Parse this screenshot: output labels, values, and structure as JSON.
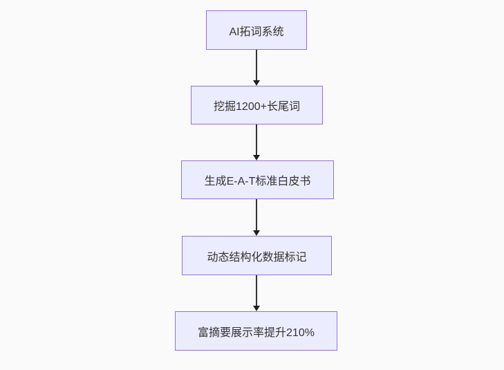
{
  "flowchart": {
    "type": "flowchart",
    "direction": "top-down",
    "nodes": [
      {
        "id": "A",
        "label": "AI拓词系统"
      },
      {
        "id": "B",
        "label": "挖掘1200+长尾词"
      },
      {
        "id": "C",
        "label": "生成E-A-T标准白皮书"
      },
      {
        "id": "D",
        "label": "动态结构化数据标记"
      },
      {
        "id": "E",
        "label": "富摘要展示率提升210%"
      }
    ],
    "edges": [
      {
        "from": "A",
        "to": "B"
      },
      {
        "from": "B",
        "to": "C"
      },
      {
        "from": "C",
        "to": "D"
      },
      {
        "from": "D",
        "to": "E"
      }
    ],
    "colors": {
      "node_fill": "#ECECFF",
      "node_border": "#9370DB",
      "arrow_line": "#333333",
      "arrow_head": "#1f2020",
      "text": "#333333",
      "background": "#fafafa"
    }
  }
}
